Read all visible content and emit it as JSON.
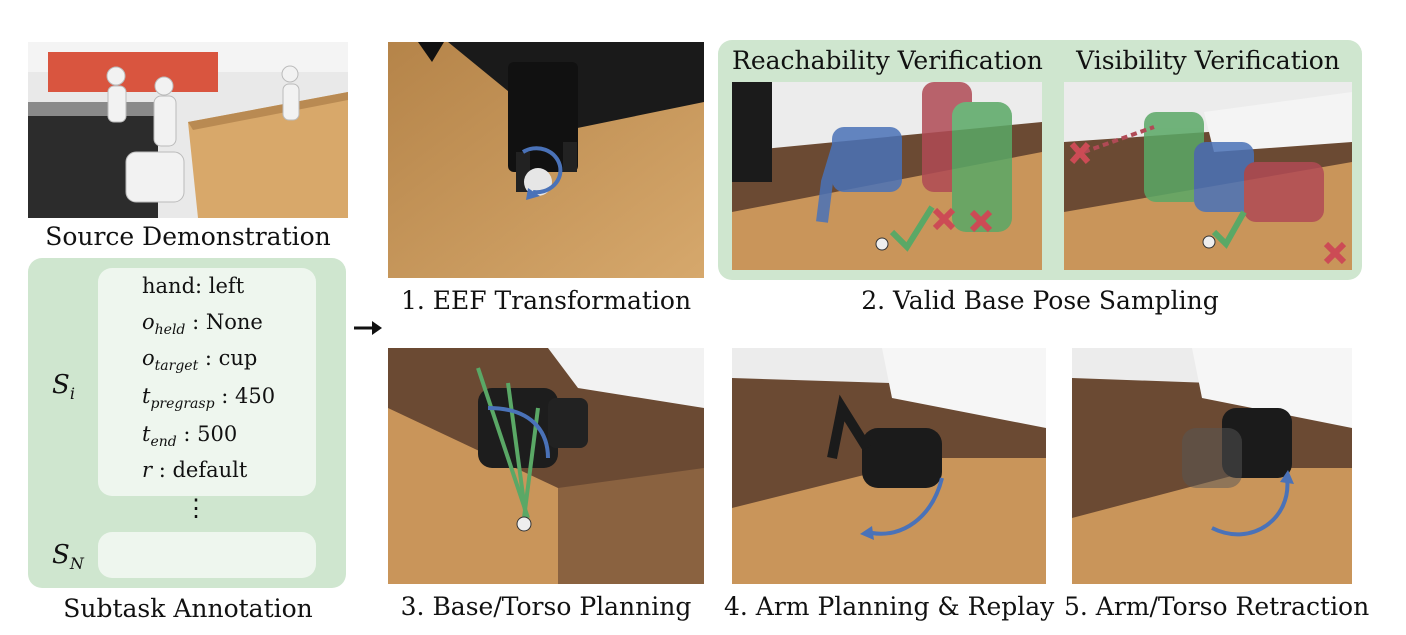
{
  "captions": {
    "source": "Source Demonstration",
    "subtask": "Subtask Annotation",
    "eef": "1. EEF Transformation",
    "valid_base": "2. Valid Base Pose Sampling",
    "base_torso": "3. Base/Torso Planning",
    "arm_replay": "4. Arm Planning & Replay",
    "retraction": "5. Arm/Torso Retraction"
  },
  "verification": {
    "reachability": "Reachability Verification",
    "visibility": "Visibility Verification"
  },
  "annotation": {
    "si_symbol": "S",
    "si_sub": "i",
    "sn_symbol": "S",
    "sn_sub": "N",
    "hand_label": "hand:",
    "hand_value": "left",
    "held_sym": "o",
    "held_sub": "held",
    "held_value": ": None",
    "target_sym": "o",
    "target_sub": "target",
    "target_value": ": cup",
    "pregrasp_sym": "t",
    "pregrasp_sub": "pregrasp",
    "pregrasp_value": ": 450",
    "end_sym": "t",
    "end_sub": "end",
    "end_value": ": 500",
    "r_sym": "r",
    "r_value": ": default",
    "ellipsis": "⋮"
  },
  "colors": {
    "panel_green": "#cfe6cf",
    "card": "#eef6ee",
    "wood": "#c99a5e",
    "robot_blue": "#4a72b8",
    "robot_green": "#5aa866",
    "robot_red": "#b04a55",
    "cross_red": "#cc4b55"
  },
  "arrow_icon": "right-arrow-icon"
}
